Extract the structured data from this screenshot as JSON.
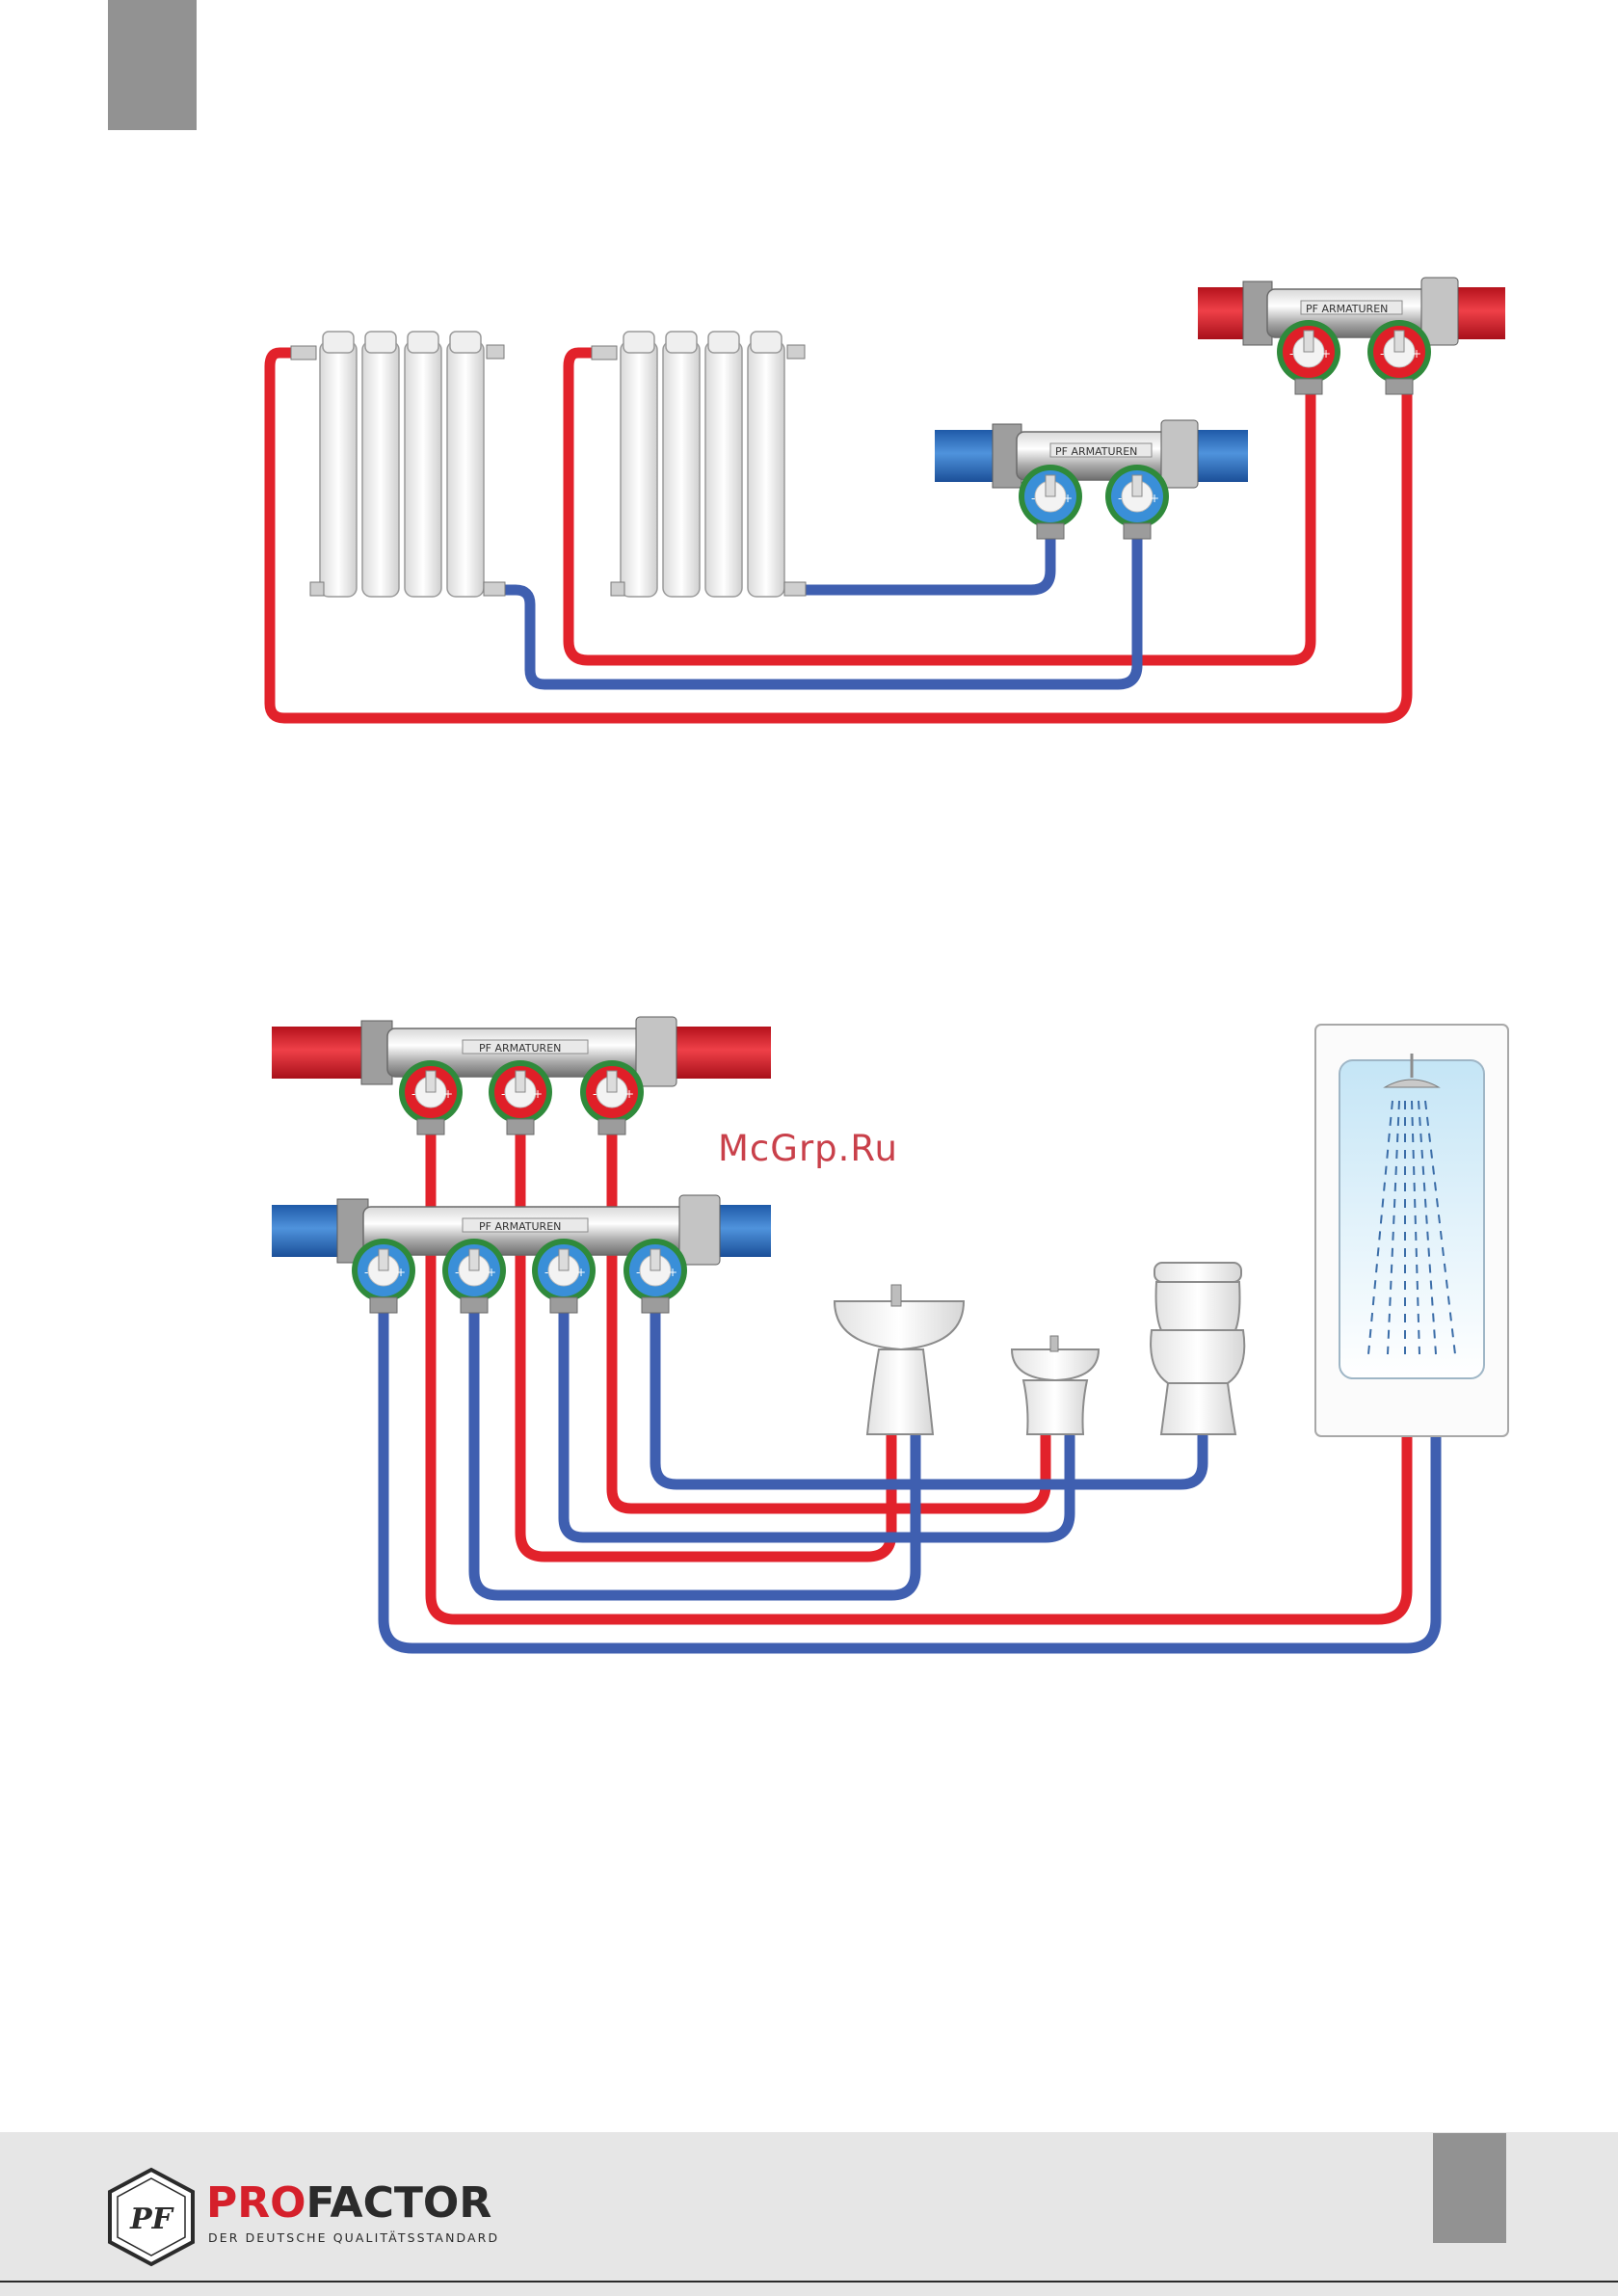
{
  "manifold_label": "PF ARMATUREN",
  "watermark": "McGrp.Ru",
  "brand": {
    "pro": "PRO",
    "factor": "FACTOR",
    "tagline": "DER DEUTSCHE QUALITÄTSSTANDARD",
    "emblem": "PF"
  },
  "colors": {
    "hot": "#e2222b",
    "cold": "#3f5fb0",
    "hot_pipe": "#d21f2a",
    "cold_pipe": "#2f6fc2",
    "accent_gray": "#929292"
  },
  "icons": [
    "radiator",
    "manifold",
    "valve-red",
    "valve-blue",
    "washbasin",
    "bidet",
    "toilet",
    "shower-cabin",
    "logo-emblem"
  ]
}
